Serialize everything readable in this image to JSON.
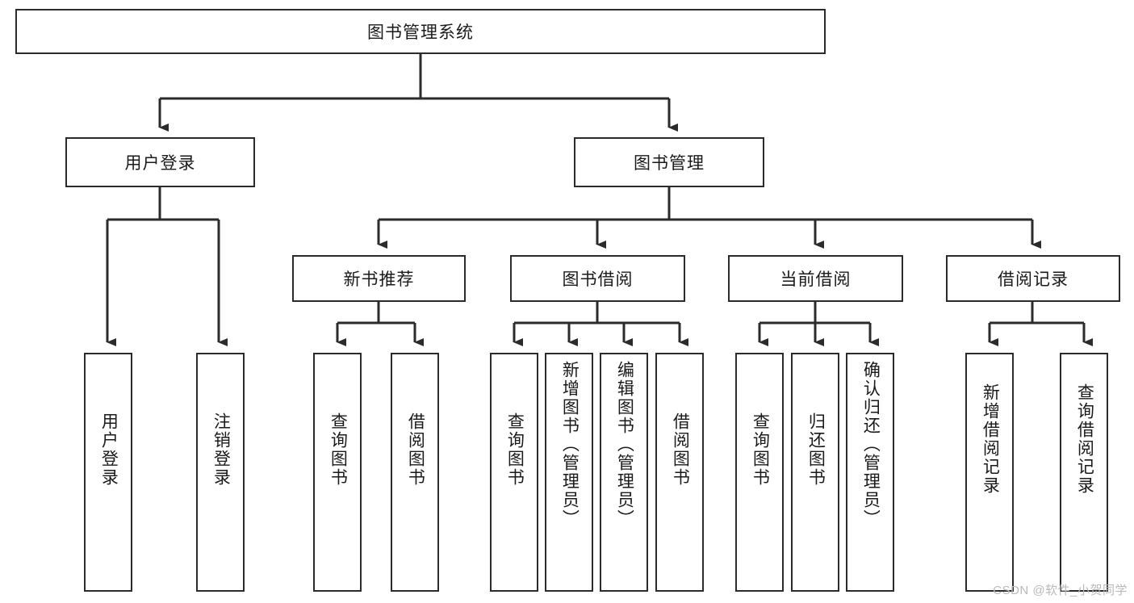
{
  "diagram": {
    "type": "tree-hierarchy",
    "title": "图书管理系统",
    "root": {
      "label": "图书管理系统"
    },
    "level2": [
      {
        "id": "user-login",
        "label": "用户登录"
      },
      {
        "id": "book-management",
        "label": "图书管理"
      }
    ],
    "level3": [
      {
        "id": "new-book-recommend",
        "label": "新书推荐"
      },
      {
        "id": "book-borrow",
        "label": "图书借阅"
      },
      {
        "id": "current-borrow",
        "label": "当前借阅"
      },
      {
        "id": "borrow-record",
        "label": "借阅记录"
      }
    ],
    "leaves": [
      {
        "id": "leaf-user-login",
        "label": "用户登录",
        "parent": "user-login"
      },
      {
        "id": "leaf-logout-login",
        "label": "注销登录",
        "parent": "user-login"
      },
      {
        "id": "leaf-query-book-1",
        "label": "查询图书",
        "parent": "new-book-recommend"
      },
      {
        "id": "leaf-borrow-book-1",
        "label": "借阅图书",
        "parent": "new-book-recommend"
      },
      {
        "id": "leaf-query-book-2",
        "label": "查询图书",
        "parent": "book-borrow"
      },
      {
        "id": "leaf-add-book",
        "label": "新增图书（管理员）",
        "parent": "book-borrow"
      },
      {
        "id": "leaf-edit-book",
        "label": "编辑图书（管理员）",
        "parent": "book-borrow"
      },
      {
        "id": "leaf-borrow-book-2",
        "label": "借阅图书",
        "parent": "book-borrow"
      },
      {
        "id": "leaf-query-book-3",
        "label": "查询图书",
        "parent": "current-borrow"
      },
      {
        "id": "leaf-return-book",
        "label": "归还图书",
        "parent": "current-borrow"
      },
      {
        "id": "leaf-confirm-return",
        "label": "确认归还（管理员）",
        "parent": "current-borrow"
      },
      {
        "id": "leaf-add-record",
        "label": "新增借阅记录",
        "parent": "borrow-record"
      },
      {
        "id": "leaf-query-record",
        "label": "查询借阅记录",
        "parent": "borrow-record"
      }
    ],
    "watermark": "CSDN @软件_小贺同学",
    "colors": {
      "stroke": "#2b2b2b",
      "fill": "#ffffff",
      "text": "#1a1a1a",
      "watermark": "#b9b9b9"
    }
  }
}
